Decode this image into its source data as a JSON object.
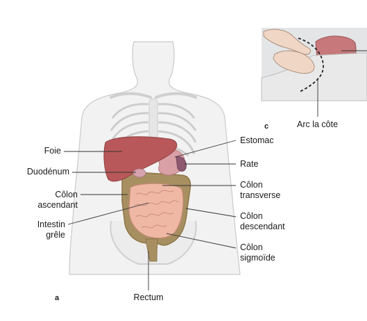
{
  "panels": {
    "a": "a",
    "c": "c"
  },
  "labels": {
    "foie": "Foie",
    "duodenum": "Duodénum",
    "colon_ascendant_1": "Côlon",
    "colon_ascendant_2": "ascendant",
    "intestin_grele_1": "Intestin",
    "intestin_grele_2": "grêle",
    "rectum": "Rectum",
    "estomac": "Estomac",
    "rate": "Rate",
    "colon_transverse_1": "Côlon",
    "colon_transverse_2": "transverse",
    "colon_descendant_1": "Côlon",
    "colon_descendant_2": "descendant",
    "colon_sigmoide_1": "Côlon",
    "colon_sigmoide_2": "sigmoïde",
    "arc_costal": "Arc la côte"
  },
  "colors": {
    "body_outline": "#c9c9c9",
    "body_fill": "#f2f2f2",
    "liver": "#b9585a",
    "stomach": "#d9a0a6",
    "colon": "#a88f62",
    "small_intestine": "#efb8a5",
    "inset_bg": "#e3e5e7",
    "leader": "#333333"
  }
}
